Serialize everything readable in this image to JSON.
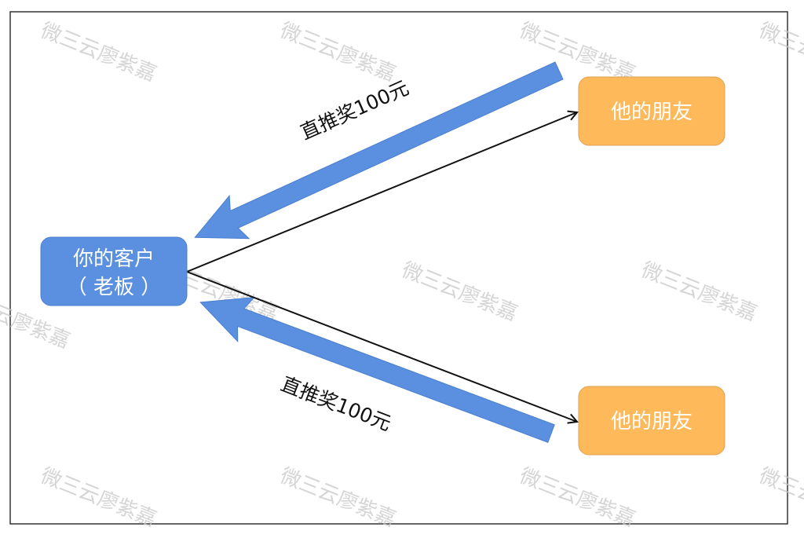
{
  "watermark": "微三云廖紫嘉",
  "nodes": {
    "customer_line1": "你的客户",
    "customer_line2": "（ 老板 ）",
    "friend_top": "他的朋友",
    "friend_bottom": "他的朋友"
  },
  "labels": {
    "reward_top": "直推奖100元",
    "reward_bottom": "直推奖100元"
  },
  "colors": {
    "customer_box": "#5b8fdf",
    "friend_box": "#fdb95a",
    "reward_arrow": "#5b8fdf"
  }
}
